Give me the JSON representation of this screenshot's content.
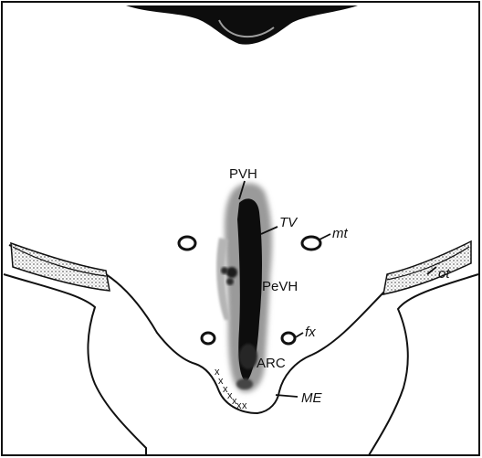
{
  "labels": {
    "pvh": "PVH",
    "tv": "TV",
    "mt": "mt",
    "pevh": "PeVH",
    "ot": "ot",
    "fx": "fx",
    "arc": "ARC",
    "me": "ME"
  },
  "markers": [
    "x",
    "x",
    "x",
    "x",
    "x",
    "x",
    "x"
  ],
  "colors": {
    "background": "#ffffff",
    "ink": "#111111",
    "halo": "#9a9a9a",
    "core": "#0d0d0d",
    "stipple": "#7d7d7d"
  }
}
